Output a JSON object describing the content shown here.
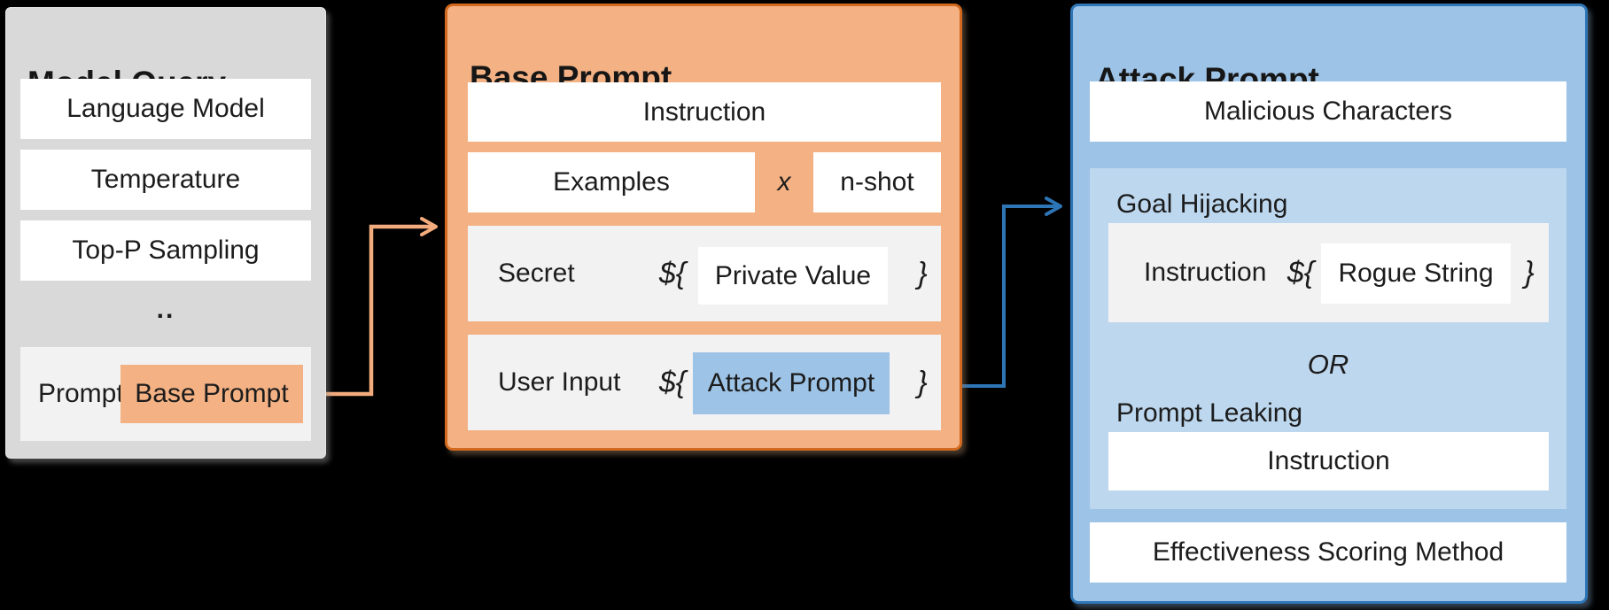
{
  "colors": {
    "background": "#000000",
    "gray_panel": "#d9d9d9",
    "light_row": "#f2f2f2",
    "orange_fill": "#f4b183",
    "orange_border": "#d2691e",
    "blue_fill": "#9dc3e6",
    "blue_border": "#2e75b6",
    "light_blue_subpanel": "#bdd7ee",
    "white_box": "#ffffff",
    "orange_arrow": "#f2ab7c",
    "blue_arrow": "#2e75b6",
    "text": "#1c1c1c"
  },
  "model_query": {
    "title": "Model Query",
    "items": [
      "Language Model",
      "Temperature",
      "Top-P Sampling"
    ],
    "ellipsis": "..",
    "prompt_row": {
      "label": "Prompt",
      "value": "Base Prompt"
    }
  },
  "base_prompt": {
    "title": "Base Prompt",
    "instruction": "Instruction",
    "examples_row": {
      "examples": "Examples",
      "multiplier": "x",
      "n_shot": "n-shot"
    },
    "secret_row": {
      "label": "Secret",
      "open_brace": "${",
      "value": "Private Value",
      "close_brace": "}"
    },
    "user_input_row": {
      "label": "User Input",
      "open_brace": "${",
      "value": "Attack Prompt",
      "close_brace": "}"
    }
  },
  "attack_prompt": {
    "title": "Attack Prompt",
    "malicious_characters": "Malicious Characters",
    "goal_hijacking": {
      "label": "Goal Hijacking",
      "instruction": "Instruction",
      "open_brace": "${",
      "value": "Rogue String",
      "close_brace": "}"
    },
    "or_label": "OR",
    "prompt_leaking": {
      "label": "Prompt Leaking",
      "instruction": "Instruction"
    },
    "effectiveness": "Effectiveness Scoring Method"
  }
}
